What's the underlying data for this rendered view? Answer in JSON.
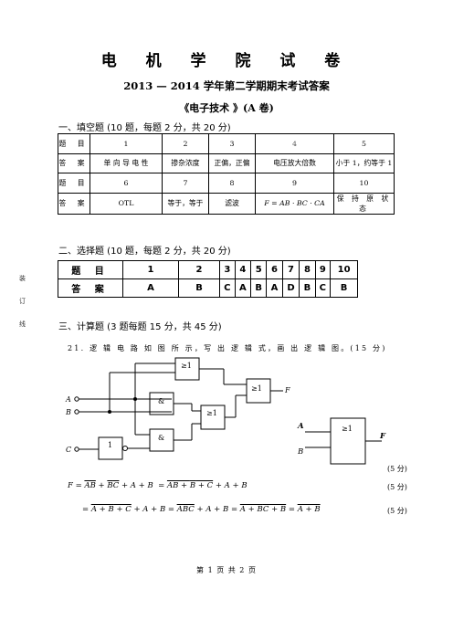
{
  "header": {
    "title": "电 机 学 院 试 卷",
    "subtitle": "2013 — 2014 学年第二学期期末考试答案",
    "course": "《电子技术 》(A 卷)"
  },
  "section1": {
    "heading": "一、填空题 (10 题，每题 2 分，共 20 分)",
    "rows": [
      [
        "题 目",
        "1",
        "2",
        "3",
        "4",
        "5"
      ],
      [
        "答 案",
        "单 向 导 电 性",
        "掺杂浓度",
        "正偏，正偏",
        "电压放大倍数",
        "小于 1，约等于 1"
      ],
      [
        "题 目",
        "6",
        "7",
        "8",
        "9",
        "10"
      ],
      [
        "答 案",
        "OTL",
        "等于，等于",
        "滤波",
        "F = AB · BC · CA",
        "保 持 原 状 态"
      ]
    ]
  },
  "section2": {
    "heading": "二、选择题 (10 题，每题 2 分，共 20 分)",
    "header_label": "题 目",
    "answer_label": "答 案",
    "numbers": [
      "1",
      "2",
      "3",
      "4",
      "5",
      "6",
      "7",
      "8",
      "9",
      "10"
    ],
    "answers": [
      "A",
      "B",
      "C",
      "A",
      "B",
      "A",
      "D",
      "B",
      "C",
      "B"
    ]
  },
  "margin_text": [
    "装",
    "订",
    "线"
  ],
  "section3": {
    "heading": "三、计算题 (3 题每题 15 分，共 45 分)",
    "q21": "21. 逻 辑 电 路 如 图 所 示，写 出 逻 辑 式，画 出 逻 辑 图。(15 分)",
    "circuit_labels": {
      "input_a": "A",
      "input_b": "B",
      "input_c": "C",
      "output_f": "F",
      "gate_or": "≥1",
      "gate_and": "&",
      "gate_not": "1"
    },
    "answer_gate": {
      "input_a": "A",
      "input_b": "B",
      "output": "F",
      "symbol": "≥1"
    },
    "score_1": "(5 分)",
    "score_2": "(5 分)",
    "score_3": "(5 分)"
  },
  "footer": "第 1 页 共 2 页"
}
